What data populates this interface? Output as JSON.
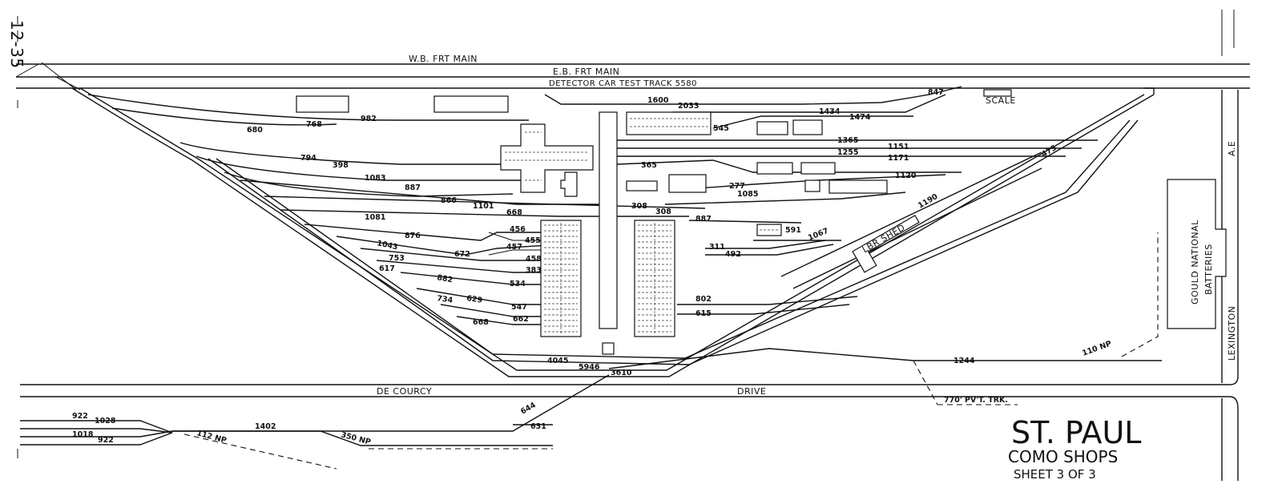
{
  "sheet_code": "12-35",
  "mains": {
    "wb_frt_main": "W.B. FRT MAIN",
    "eb_frt_main": "E.B. FRT MAIN",
    "detector_car": "DETECTOR CAR TEST TRACK 5580"
  },
  "streets": {
    "de_courcy": "DE COURCY",
    "drive": "DRIVE",
    "lexington": "LEXINGTON",
    "ave": "A.E"
  },
  "buildings": {
    "gould_line1": "GOULD NATIONAL",
    "gould_line2": "BATTERIES",
    "lbr_shed": "LBR SHED",
    "scale": "SCALE"
  },
  "title": {
    "line1": "ST. PAUL",
    "line2": "COMO SHOPS",
    "line3": "SHEET 3 OF 3"
  },
  "track_labels": [
    {
      "id": "t847",
      "text": "847"
    },
    {
      "id": "t1600",
      "text": "1600"
    },
    {
      "id": "t2033",
      "text": "2033"
    },
    {
      "id": "t1434",
      "text": "1434"
    },
    {
      "id": "t1474",
      "text": "1474"
    },
    {
      "id": "t545",
      "text": "545"
    },
    {
      "id": "t982",
      "text": "982"
    },
    {
      "id": "t768",
      "text": "768"
    },
    {
      "id": "t680",
      "text": "680"
    },
    {
      "id": "t1365",
      "text": "1365"
    },
    {
      "id": "t1151",
      "text": "1151"
    },
    {
      "id": "t1255",
      "text": "1255"
    },
    {
      "id": "t1171",
      "text": "1171"
    },
    {
      "id": "t794",
      "text": "794"
    },
    {
      "id": "t398",
      "text": "398"
    },
    {
      "id": "t1083",
      "text": "1083"
    },
    {
      "id": "t887a",
      "text": "887"
    },
    {
      "id": "t365",
      "text": "365"
    },
    {
      "id": "t277",
      "text": "277"
    },
    {
      "id": "t1085",
      "text": "1085"
    },
    {
      "id": "t1120",
      "text": "1120"
    },
    {
      "id": "t475",
      "text": "475"
    },
    {
      "id": "t866",
      "text": "866"
    },
    {
      "id": "t1101",
      "text": "1101"
    },
    {
      "id": "t668",
      "text": "668"
    },
    {
      "id": "t308a",
      "text": "308"
    },
    {
      "id": "t308b",
      "text": "308"
    },
    {
      "id": "t1190",
      "text": "1190"
    },
    {
      "id": "t1081",
      "text": "1081"
    },
    {
      "id": "t887b",
      "text": "887"
    },
    {
      "id": "t591",
      "text": "591"
    },
    {
      "id": "t1067",
      "text": "1067"
    },
    {
      "id": "t876",
      "text": "876"
    },
    {
      "id": "t456",
      "text": "456"
    },
    {
      "id": "t457",
      "text": "457"
    },
    {
      "id": "t455",
      "text": "455"
    },
    {
      "id": "t1043",
      "text": "1043"
    },
    {
      "id": "t311",
      "text": "311"
    },
    {
      "id": "t492",
      "text": "492"
    },
    {
      "id": "t753",
      "text": "753"
    },
    {
      "id": "t672",
      "text": "672"
    },
    {
      "id": "t458",
      "text": "458"
    },
    {
      "id": "t617",
      "text": "617"
    },
    {
      "id": "t383",
      "text": "383"
    },
    {
      "id": "t882",
      "text": "882"
    },
    {
      "id": "t534",
      "text": "534"
    },
    {
      "id": "t734",
      "text": "734"
    },
    {
      "id": "t629",
      "text": "629"
    },
    {
      "id": "t802",
      "text": "802"
    },
    {
      "id": "t547",
      "text": "547"
    },
    {
      "id": "t615",
      "text": "615"
    },
    {
      "id": "t662",
      "text": "662"
    },
    {
      "id": "t668b",
      "text": "668"
    },
    {
      "id": "t4045",
      "text": "4045"
    },
    {
      "id": "t5946",
      "text": "5946"
    },
    {
      "id": "t3610",
      "text": "3610"
    },
    {
      "id": "t1244",
      "text": "1244"
    },
    {
      "id": "t110np",
      "text": "110 NP"
    },
    {
      "id": "t770",
      "text": "770' PV'T. TRK."
    },
    {
      "id": "t922",
      "text": "922"
    },
    {
      "id": "t1028",
      "text": "1028"
    },
    {
      "id": "t1018",
      "text": "1018"
    },
    {
      "id": "t922b",
      "text": "922"
    },
    {
      "id": "t112np",
      "text": "112 NP"
    },
    {
      "id": "t1402",
      "text": "1402"
    },
    {
      "id": "t350np",
      "text": "350 NP"
    },
    {
      "id": "t644",
      "text": "644"
    },
    {
      "id": "t631",
      "text": "631"
    }
  ]
}
